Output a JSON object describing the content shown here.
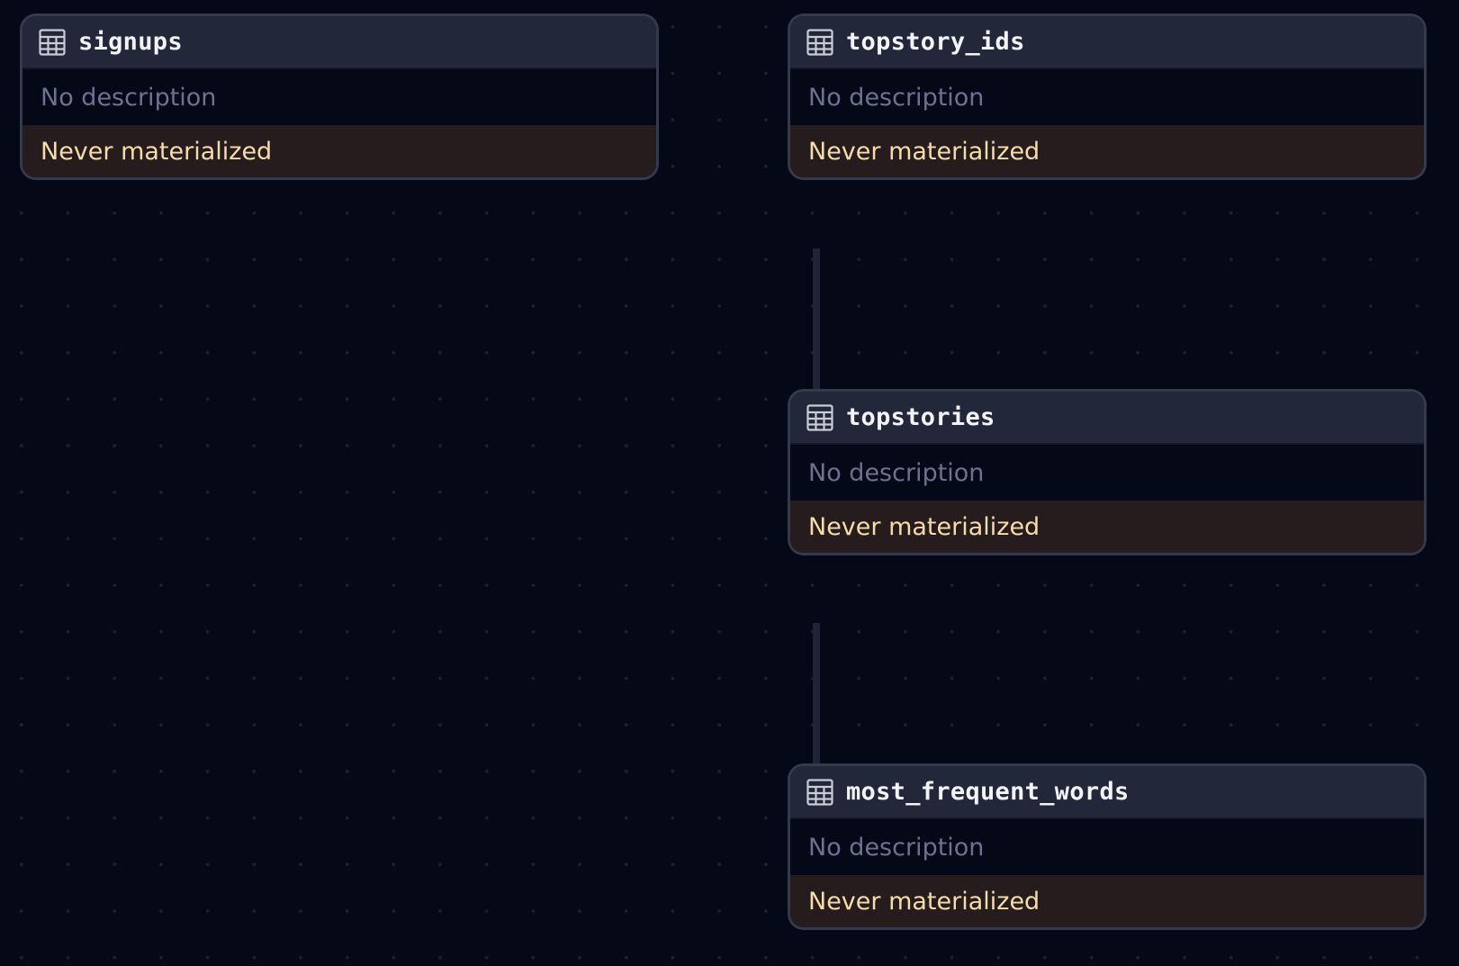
{
  "graph": {
    "nodes": [
      {
        "name": "signups",
        "icon": "table-icon",
        "description": "No description",
        "status": "Never materialized"
      },
      {
        "name": "topstory_ids",
        "icon": "table-icon",
        "description": "No description",
        "status": "Never materialized"
      },
      {
        "name": "topstories",
        "icon": "table-icon",
        "description": "No description",
        "status": "Never materialized"
      },
      {
        "name": "most_frequent_words",
        "icon": "table-icon",
        "description": "No description",
        "status": "Never materialized"
      }
    ],
    "edges": [
      {
        "from": "topstory_ids",
        "to": "topstories"
      },
      {
        "from": "topstories",
        "to": "most_frequent_words"
      }
    ]
  },
  "colors": {
    "canvas_background": "#050816",
    "node_header": "#222739",
    "node_border": "#333a4c",
    "description_text": "#6b7391",
    "status_background": "#261c1d",
    "status_text": "#f6dcaa",
    "edge": "#1e2436"
  }
}
